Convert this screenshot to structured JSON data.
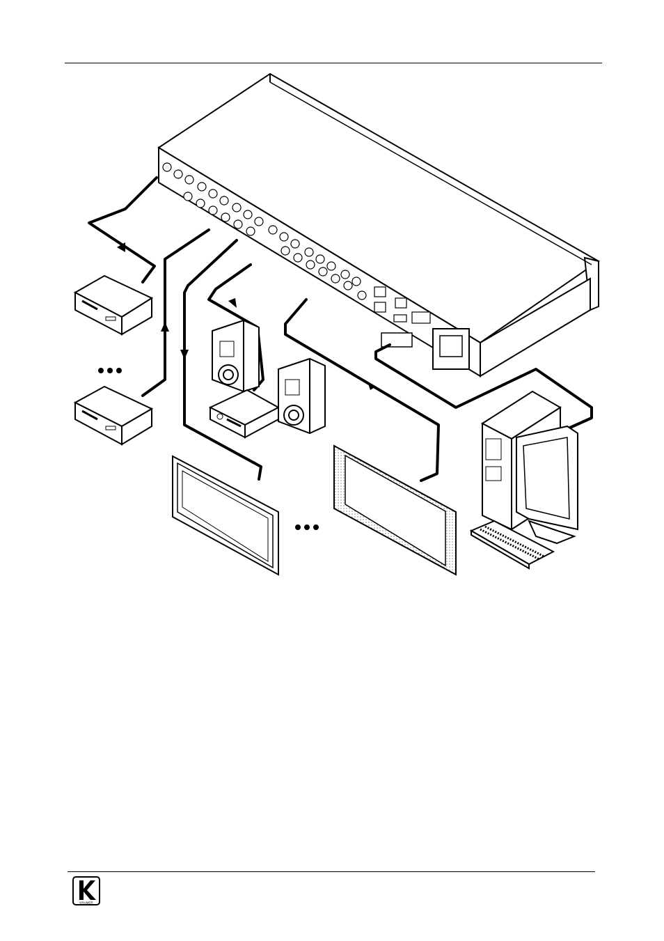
{
  "page": {
    "logo_text": "KRAMER"
  },
  "figure": {
    "icons": [
      "matrix-switcher-rear-panel",
      "source-device",
      "amplifier",
      "speaker",
      "display-panel",
      "pc-tower",
      "monitor",
      "keyboard"
    ]
  }
}
